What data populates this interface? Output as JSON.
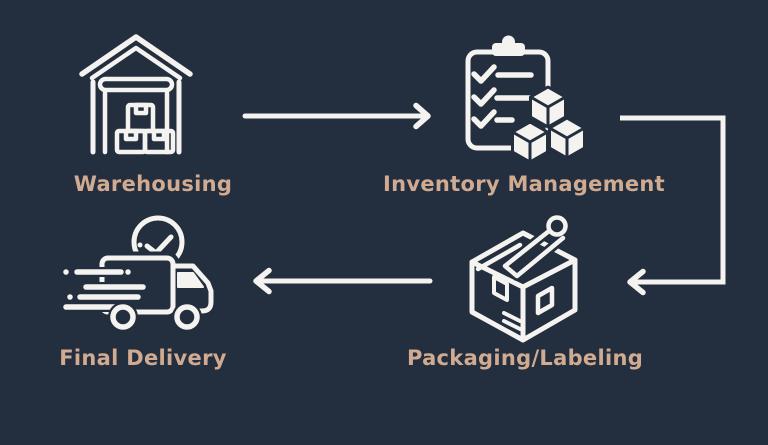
{
  "diagram": {
    "type": "process-flow",
    "background_color": "#232e3f",
    "label_color": "#d1ab91",
    "icon_color": "#f5f3f0",
    "steps": [
      {
        "id": "warehousing",
        "label": "Warehousing",
        "icon": "warehouse-icon",
        "position": "top-left"
      },
      {
        "id": "inventory-management",
        "label": "Inventory Management",
        "icon": "clipboard-checklist-boxes-icon",
        "position": "top-right"
      },
      {
        "id": "packaging-labeling",
        "label": "Packaging/Labeling",
        "icon": "open-box-tape-icon",
        "position": "bottom-right"
      },
      {
        "id": "final-delivery",
        "label": "Final Delivery",
        "icon": "delivery-truck-clock-icon",
        "position": "bottom-left"
      }
    ],
    "connections": [
      {
        "from": "Warehousing",
        "to": "Inventory Management",
        "direction": "right"
      },
      {
        "from": "Inventory Management",
        "to": "Packaging/Labeling",
        "direction": "right-down-left"
      },
      {
        "from": "Packaging/Labeling",
        "to": "Final Delivery",
        "direction": "left"
      }
    ]
  }
}
